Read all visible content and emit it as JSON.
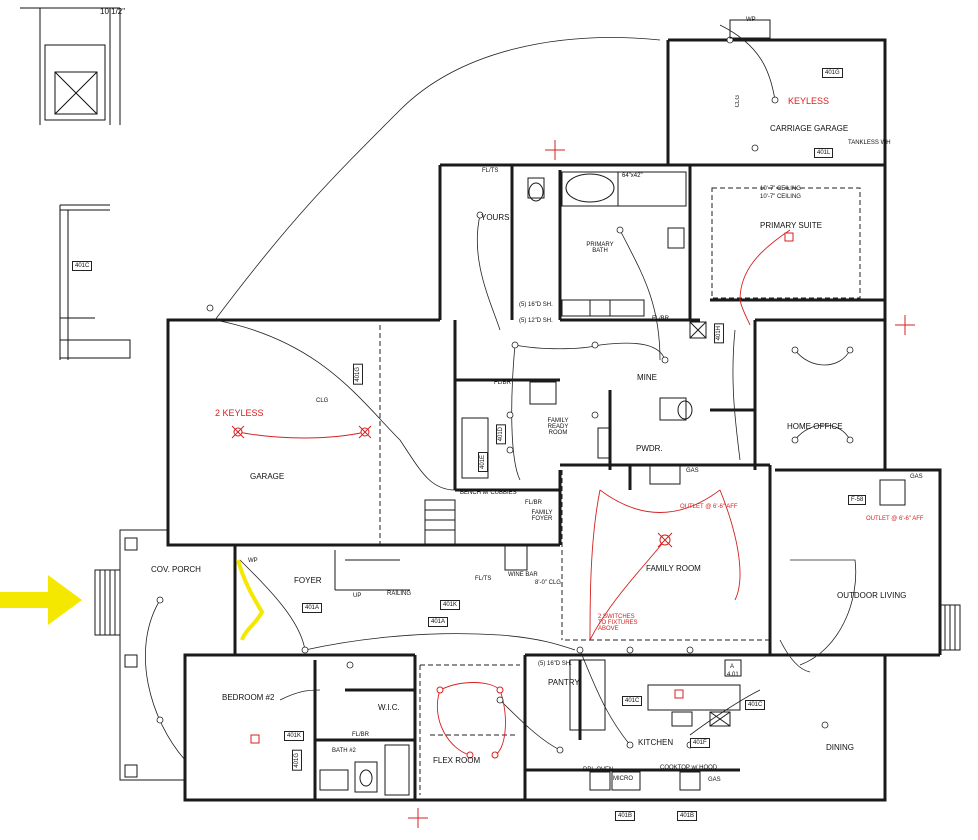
{
  "labels": {
    "keyless_carriage": "KEYLESS",
    "carriage_garage": "CARRIAGE GARAGE",
    "tankless": "TANKLESS WH",
    "clg_carriage": "CLG",
    "primary_suite": "PRIMARY SUITE",
    "ceiling_note_1": "10'-7\" CEILING",
    "ceiling_note_2": "10'-7\" CEILING",
    "yours": "YOURS",
    "primary_bath": "PRIMARY BATH",
    "shower": "64\"x42\"",
    "shelf_1": "(5) 16\"D SH.",
    "shelf_2": "(5) 12\"D SH.",
    "mine": "MINE",
    "home_office": "HOME OFFICE",
    "two_keyless": "2 KEYLESS",
    "clg_garage": "CLG",
    "garage": "GARAGE",
    "family_ready_room": "FAMILY READY ROOM",
    "pwdr": "PWDR.",
    "gas_1": "GAS",
    "gas_2": "GAS",
    "gas_3": "GAS",
    "bench": "BENCH w/ CUBBIES",
    "family_foyer": "FAMILY FOYER",
    "family_room": "FAMILY ROOM",
    "outlet_1": "OUTLET @ 6'-6\" AFF",
    "outlet_2": "OUTLET @ 6'-6\" AFF",
    "switches_note": "2 SWITCHES TO FIXTURES ABOVE",
    "outdoor_living": "OUTDOOR LIVING",
    "cov_porch": "COV. PORCH",
    "wp_1": "WP",
    "wp_2": "WP",
    "foyer": "FOYER",
    "railing": "RAILING",
    "wine_bar": "WINE BAR",
    "ceiling_8": "8'-0\" CLG.",
    "fl_ts_1": "FL/TS",
    "fl_ts_2": "FL/TS",
    "fl_br_1": "FL/BR",
    "fl_br_2": "FL/BR",
    "fl_br_3": "FL/BR",
    "fl_br_4": "FL/BR",
    "bedroom2": "BEDROOM #2",
    "wic": "W.I.C.",
    "bath2": "BATH #2",
    "flex_room": "FLEX ROOM",
    "pantry": "PANTRY",
    "pantry_shelf": "(5) 16\"D SH.",
    "kitchen": "KITCHEN",
    "dining": "DINING",
    "dbl_oven": "DBL.OVEN",
    "micro": "MICRO",
    "cooktop": "COOKTOP w/ HOOD",
    "dim_top": "10 1/2\"",
    "up": "UP"
  },
  "tags": {
    "t401G_top": "401G",
    "t401L": "401L",
    "t401C_left": "401C",
    "t401G_garage": "401G",
    "t401D": "401D",
    "t401A": "401A",
    "t401K_foyer": "401K",
    "t401A_2": "401A",
    "t401K_bed": "401K",
    "t401G_bath": "401G",
    "t401C_k1": "401C",
    "t401C_k2": "401C",
    "t401F": "401F",
    "t401B_1": "401B",
    "t401B_2": "401B",
    "t401E": "401E",
    "t401H": "401H",
    "f58": "F-58",
    "a401_top": "A",
    "a401_bot": "4.01"
  },
  "colors": {
    "wall": "#1a1a1a",
    "wire": "#222222",
    "red_wire": "#d62020",
    "arrow": "#f5e800"
  }
}
